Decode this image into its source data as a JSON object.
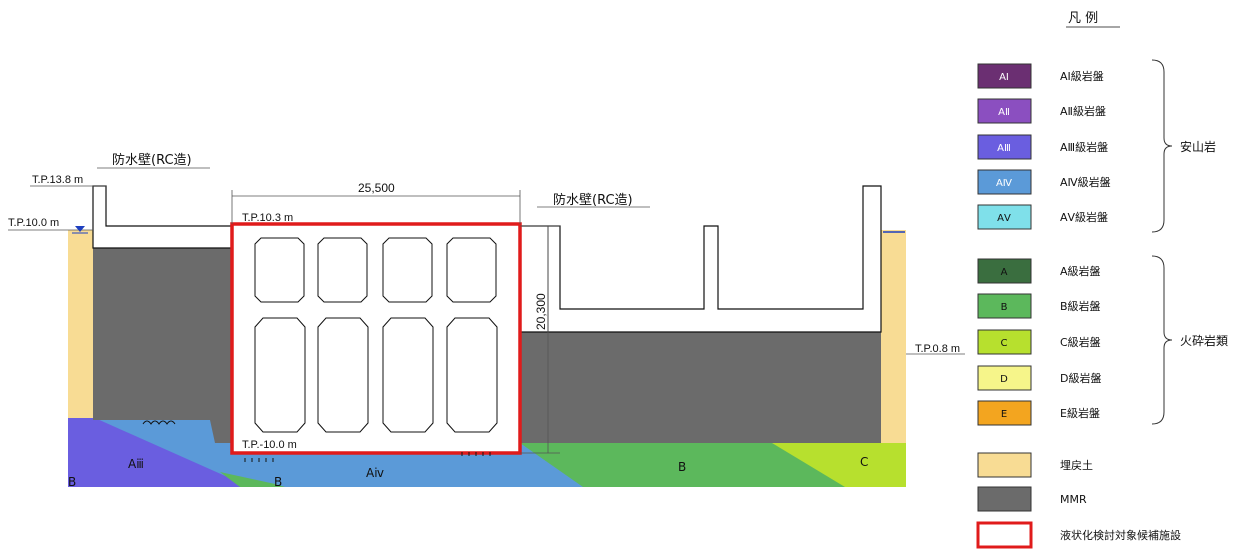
{
  "diagram": {
    "levels": {
      "tp_13_8": "T.P.13.8 m",
      "tp_10_0": "T.P.10.0 m",
      "tp_10_3": "T.P.10.3 m",
      "tp_m10_0": "T.P.-10.0 m",
      "tp_0_8": "T.P.0.8 m"
    },
    "seawall_left_label": "防水壁(RC造)",
    "seawall_right_label": "防水壁(RC造)",
    "dim_width": "25,500",
    "dim_height": "20,300",
    "rock_labels": {
      "a3": "Aⅲ",
      "a4": "Aⅳ",
      "b_left": "B",
      "b_mid": "B",
      "b_right": "B",
      "c": "C"
    }
  },
  "legend": {
    "title": "凡 例",
    "andesite_group": "安山岩",
    "pyroclastic_group": "火砕岩類",
    "items": [
      {
        "swatch": "AⅠ",
        "label": "AⅠ級岩盤",
        "color": "#6b2f72"
      },
      {
        "swatch": "AⅡ",
        "label": "AⅡ級岩盤",
        "color": "#8b4fc0"
      },
      {
        "swatch": "AⅢ",
        "label": "AⅢ級岩盤",
        "color": "#6a5ee0"
      },
      {
        "swatch": "AⅣ",
        "label": "AⅣ級岩盤",
        "color": "#5b9ad8"
      },
      {
        "swatch": "AⅤ",
        "label": "AⅤ級岩盤",
        "color": "#7fe0ea"
      },
      {
        "swatch": "A",
        "label": "A級岩盤",
        "color": "#3a6e3f"
      },
      {
        "swatch": "B",
        "label": "B級岩盤",
        "color": "#5cb85c"
      },
      {
        "swatch": "C",
        "label": "C級岩盤",
        "color": "#b7e02e"
      },
      {
        "swatch": "D",
        "label": "D級岩盤",
        "color": "#f6f58a"
      },
      {
        "swatch": "E",
        "label": "E級岩盤",
        "color": "#f3a51f"
      },
      {
        "swatch": "",
        "label": "埋戻土",
        "color": "#f8dc94"
      },
      {
        "swatch": "",
        "label": "MMR",
        "color": "#6b6b6b"
      },
      {
        "swatch": "",
        "label": "液状化検討対象候補施設",
        "color": "#ffffff",
        "border": "#e01b1b"
      }
    ]
  }
}
